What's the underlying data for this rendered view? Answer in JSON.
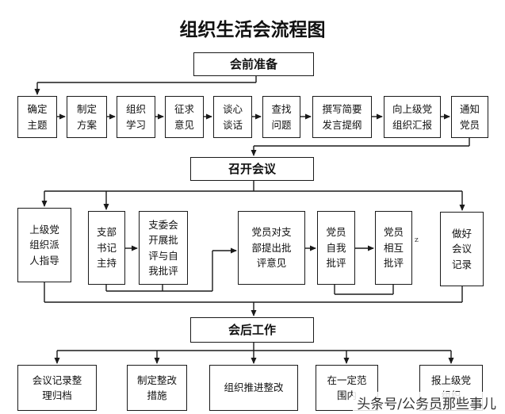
{
  "title": "组织生活会流程图",
  "stages": {
    "prep": "会前准备",
    "meeting": "召开会议",
    "after": "会后工作"
  },
  "prep_steps": [
    "确定\n主题",
    "制定\n方案",
    "组织\n学习",
    "征求\n意见",
    "谈心\n谈话",
    "查找\n问题",
    "撰写简要\n发言提纲",
    "向上级党\n组织汇报",
    "通知\n党员"
  ],
  "meeting_steps": {
    "superior": "上级党\n组织派\n人指导",
    "secretary": "支部\n书记\n主持",
    "committee": "支委会\n开展批\n评与自\n我批评",
    "members_opinion": "党员对支\n部提出批\n评意见",
    "self_criticism": "党员\n自我\n批评",
    "mutual_criticism": "党员\n相互\n批评",
    "record": "做好\n会议\n记录"
  },
  "after_steps": [
    "会议记录整\n理归档",
    "制定整改\n措施",
    "组织推进整改",
    "在一定范\n围内",
    "报上级党\n组织"
  ],
  "stray_mark": "z",
  "watermark": "头条号/公务员那些事儿"
}
